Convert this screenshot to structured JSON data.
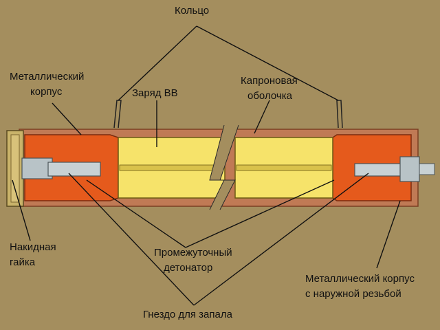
{
  "labels": {
    "ring": "Кольцо",
    "metal_case_line1": "Металлический",
    "metal_case_line2": "корпус",
    "charge": "Заряд ВВ",
    "nylon_shell_line1": "Капроновая",
    "nylon_shell_line2": "оболочка",
    "cap_nut_line1": "Накидная",
    "cap_nut_line2": "гайка",
    "intermediate_det_line1": "Промежуточный",
    "intermediate_det_line2": "детонатор",
    "threaded_case_line1": "Металлический корпус",
    "threaded_case_line2": "с наружной резьбой",
    "fuze_socket": "Гнездо для запала"
  },
  "colors": {
    "background": "#a48e5e",
    "outer_shell": "#c07a55",
    "case": "#e55a1c",
    "explosive": "#f6e36a",
    "inner_stripe": "#d9c24b",
    "metal_parts": "#b8c3c7",
    "leader_lines": "#111111"
  }
}
